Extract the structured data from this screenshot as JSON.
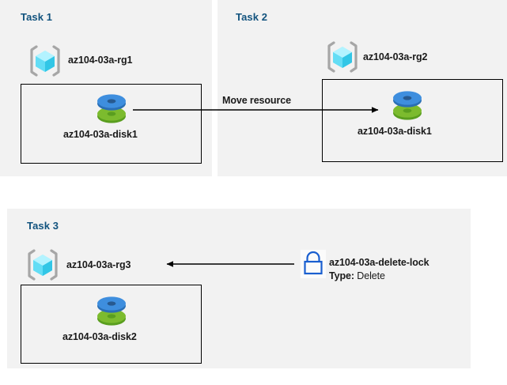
{
  "diagram": {
    "title_color": "#12537e",
    "panel_bg": "#f2f2f2",
    "page_bg": "#ffffff",
    "box_border": "#000000",
    "lock_color": "#1a5fd0",
    "cube_color": "#50e6ff",
    "disk_blue": "#3e8ede",
    "disk_green": "#7cbb2e"
  },
  "panels": [
    {
      "id": "task1",
      "title": "Task 1",
      "resource_group": {
        "label": "az104-03a-rg1",
        "icon": "resource-group-cube-icon"
      },
      "resource": {
        "label": "az104-03a-disk1",
        "icon": "managed-disk-icon"
      }
    },
    {
      "id": "task2",
      "title": "Task 2",
      "resource_group": {
        "label": "az104-03a-rg2",
        "icon": "resource-group-cube-icon"
      },
      "resource": {
        "label": "az104-03a-disk1",
        "icon": "managed-disk-icon"
      }
    },
    {
      "id": "task3",
      "title": "Task 3",
      "resource_group": {
        "label": "az104-03a-rg3",
        "icon": "resource-group-cube-icon"
      },
      "resource": {
        "label": "az104-03a-disk2",
        "icon": "managed-disk-icon"
      },
      "lock": {
        "icon": "padlock-icon",
        "label": "az104-03a-delete-lock",
        "type_key": "Type:",
        "type_value": "Delete"
      }
    }
  ],
  "edges": [
    {
      "id": "move-resource",
      "label": "Move resource",
      "from": "task1-disk1",
      "to": "task2-disk1",
      "direction": "right"
    },
    {
      "id": "lock-applies-to-rg3",
      "label": "",
      "from": "az104-03a-delete-lock",
      "to": "az104-03a-rg3",
      "direction": "left"
    }
  ]
}
